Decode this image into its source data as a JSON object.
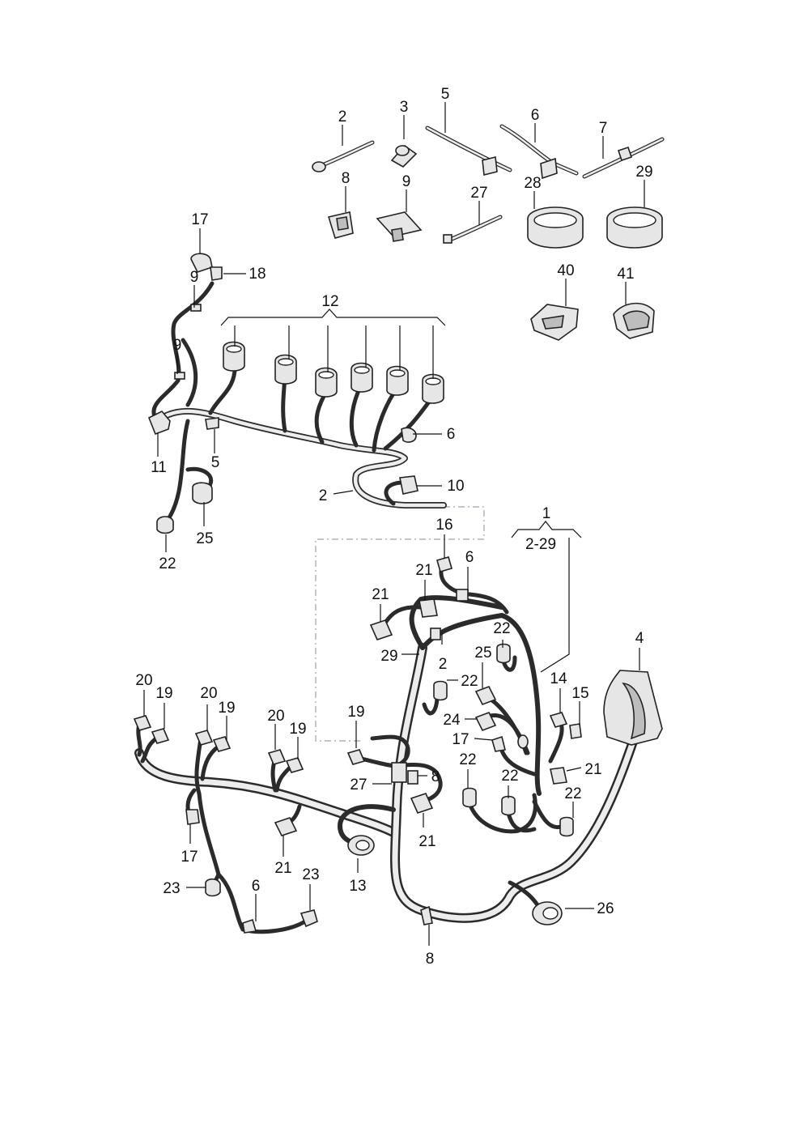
{
  "callouts": {
    "c1": "1",
    "c1_range": "2-29",
    "c2": "2",
    "c3": "3",
    "c4": "4",
    "c5": "5",
    "c6": "6",
    "c7": "7",
    "c8": "8",
    "c9": "9",
    "c10": "10",
    "c11": "11",
    "c12": "12",
    "c13": "13",
    "c14": "14",
    "c15": "15",
    "c16": "16",
    "c17": "17",
    "c18": "18",
    "c19": "19",
    "c20": "20",
    "c21": "21",
    "c22": "22",
    "c23": "23",
    "c24": "24",
    "c25": "25",
    "c26": "26",
    "c27": "27",
    "c28": "28",
    "c29": "29",
    "c40": "40",
    "c41": "41"
  },
  "colors": {
    "ink": "#111111",
    "part_fill": "#e6e6e6",
    "reference_line": "#9aa3ad"
  }
}
